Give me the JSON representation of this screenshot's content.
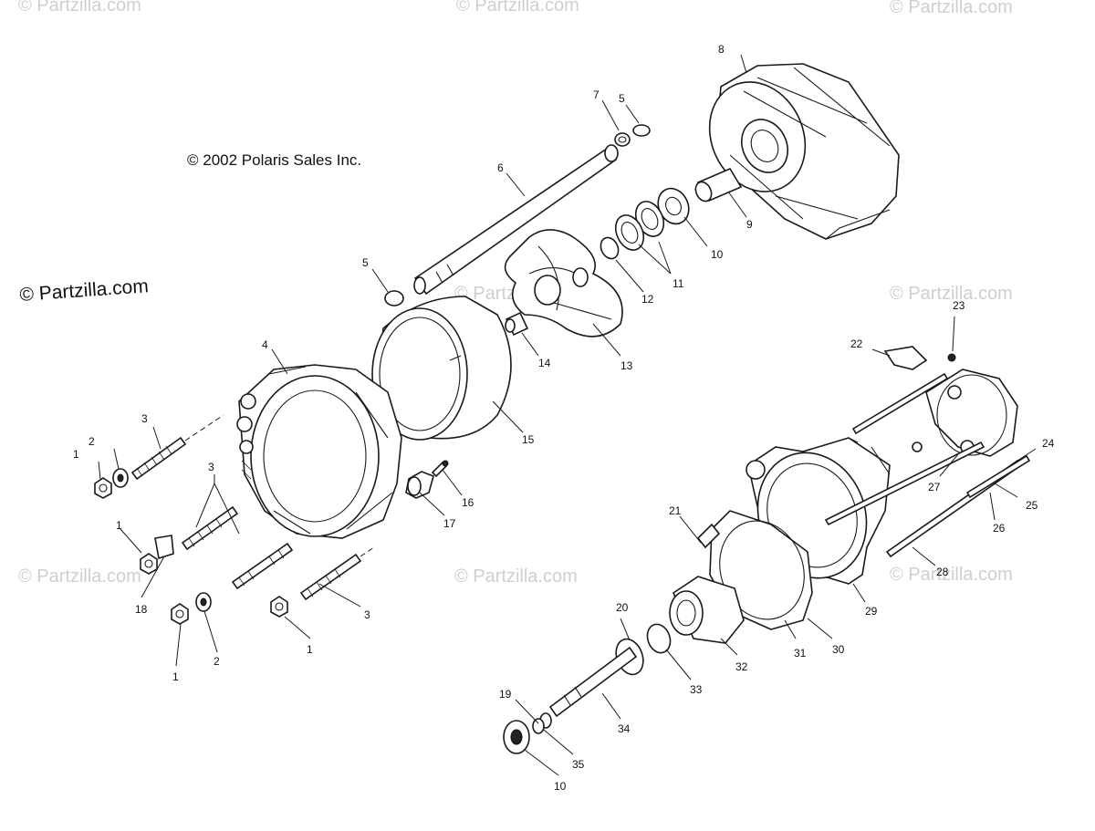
{
  "copyright": "© 2002 Polaris Sales Inc.",
  "site_mark": "© Partzilla.com",
  "watermarks": [
    "© Partzilla.com",
    "© Partzilla.com",
    "© Partzilla.com",
    "© Partzilla.com",
    "© Partzilla.com",
    "© Partzilla.com",
    "© Partzilla.com"
  ],
  "callouts": [
    "1",
    "2",
    "3",
    "3",
    "1",
    "18",
    "1",
    "2",
    "1",
    "3",
    "4",
    "15",
    "16",
    "17",
    "5",
    "6",
    "7",
    "5",
    "8",
    "9",
    "10",
    "11",
    "12",
    "13",
    "14",
    "22",
    "23",
    "24",
    "25",
    "26",
    "27",
    "28",
    "29",
    "21",
    "30",
    "31",
    "32",
    "33",
    "20",
    "19",
    "34",
    "35",
    "10"
  ]
}
